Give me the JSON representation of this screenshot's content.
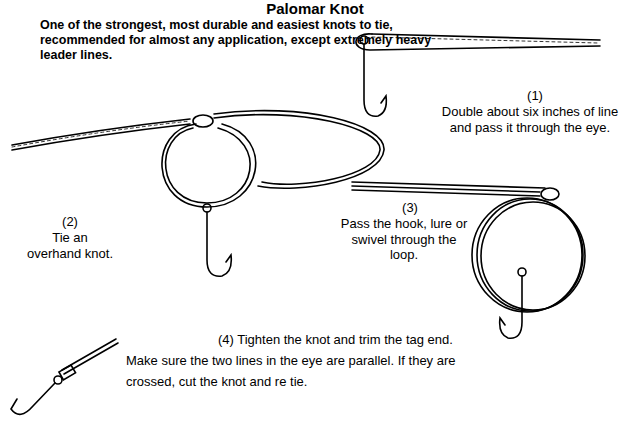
{
  "diagram": {
    "title": "Palomar Knot",
    "labels": [
      "One of the strongest, most durable and easiest knots to tie, recommended for almost any application, except extremely heavy leader lines.",
      "(1)",
      "Double about six inches of line and pass it through the eye.",
      "(2)",
      "Tie an overhand knot.",
      "(3)",
      "Pass the hook, lure or swivel through the loop.",
      "(4) Tighten the knot and trim the tag end. Make sure the two lines in the eye are parallel. If they are crossed, cut the knot and re tie."
    ]
  }
}
